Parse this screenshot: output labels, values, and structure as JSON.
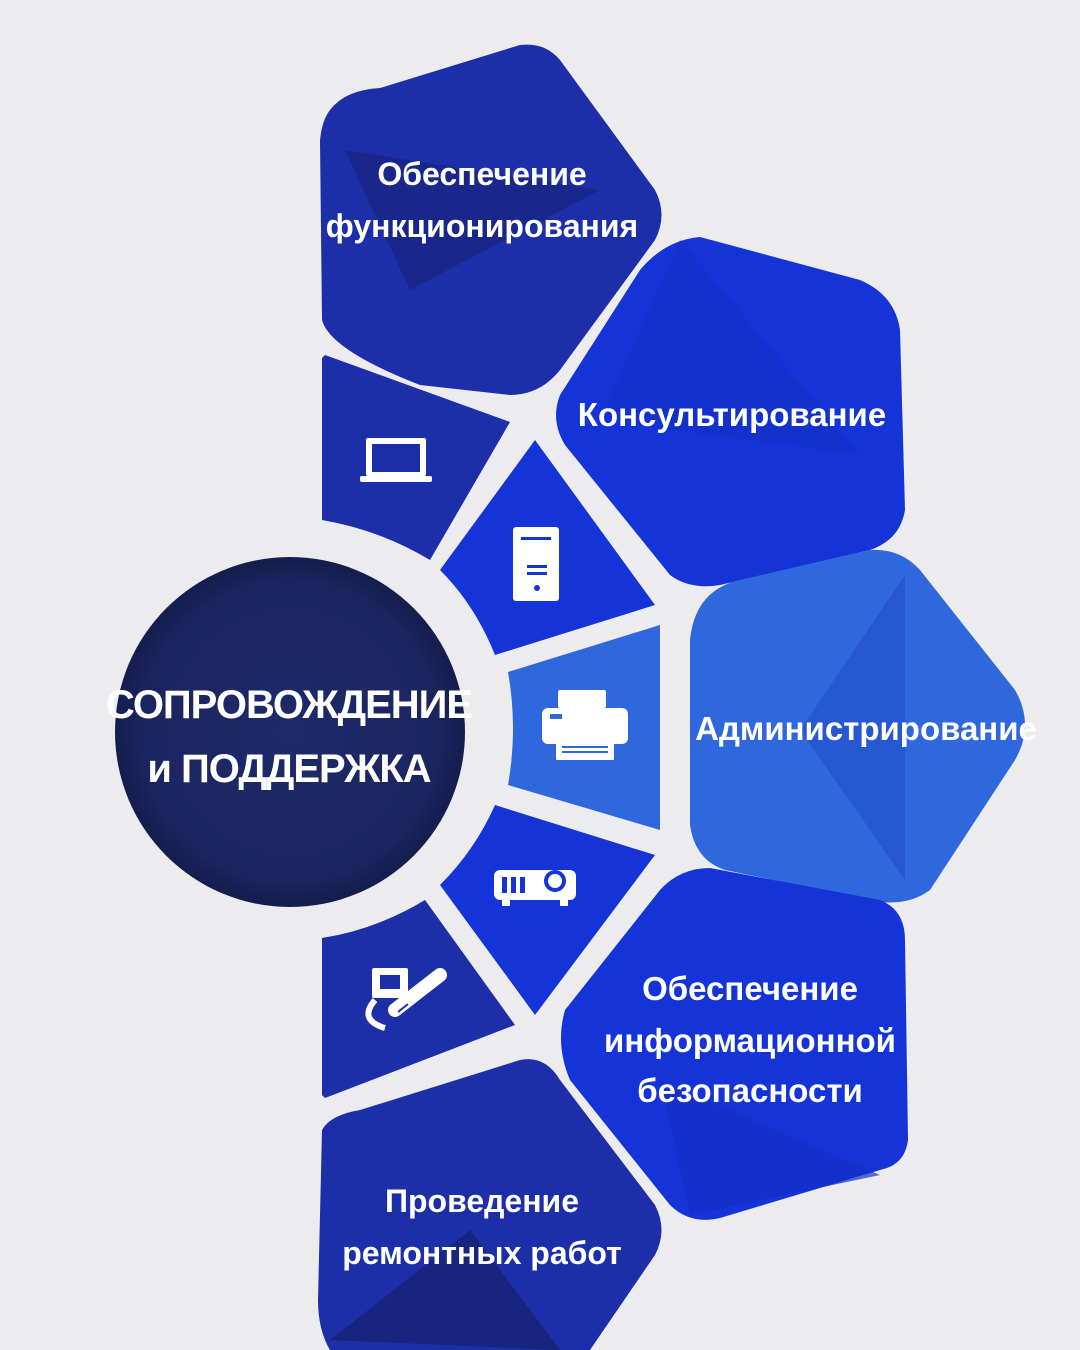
{
  "center": {
    "line1": "СОПРОВОЖДЕНИЕ",
    "line2": "и ПОДДЕРЖКА"
  },
  "services": [
    {
      "line1": "Обеспечение",
      "line2": "функционирования"
    },
    {
      "line1": "Консультирование"
    },
    {
      "line1": "Администрирование"
    },
    {
      "line1": "Обеспечение",
      "line2": "информационной",
      "line3": "безопасности"
    },
    {
      "line1": "Проведение",
      "line2": "ремонтных   работ"
    }
  ],
  "icons": [
    "laptop-icon",
    "pc-tower-icon",
    "printer-icon",
    "projector-icon",
    "network-cable-icon"
  ],
  "colors": {
    "background": "#ececee",
    "center_circle": "#1a2560",
    "dark_blue": "#1c2ea8",
    "mid_blue": "#1f3ad6",
    "light_blue": "#2f67dd"
  }
}
